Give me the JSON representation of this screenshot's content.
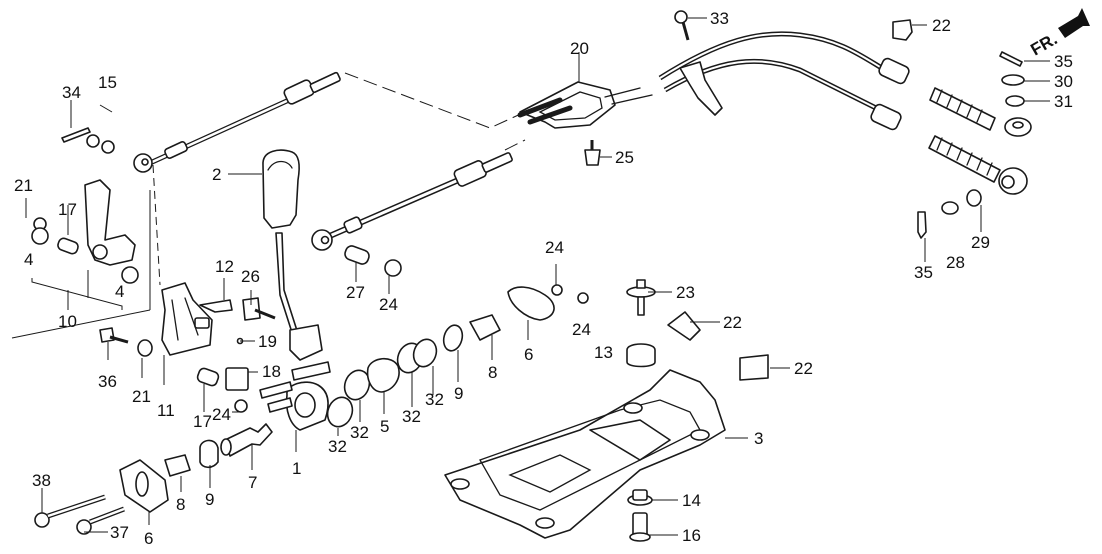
{
  "diagram": {
    "direction_indicator": "FR.",
    "callouts": [
      {
        "id": "c1",
        "label": "1",
        "part": "shift-lever-holder"
      },
      {
        "id": "c2",
        "label": "2",
        "part": "shift-knob"
      },
      {
        "id": "c3",
        "label": "3",
        "part": "base-plate"
      },
      {
        "id": "c4a",
        "label": "4",
        "part": "collar"
      },
      {
        "id": "c4b",
        "label": "4",
        "part": "collar"
      },
      {
        "id": "c5",
        "label": "5",
        "part": "bushing"
      },
      {
        "id": "c6a",
        "label": "6",
        "part": "holder-plate"
      },
      {
        "id": "c6b",
        "label": "6",
        "part": "holder-plate"
      },
      {
        "id": "c7",
        "label": "7",
        "part": "pivot-shaft"
      },
      {
        "id": "c8a",
        "label": "8",
        "part": "stopper"
      },
      {
        "id": "c8b",
        "label": "8",
        "part": "stopper"
      },
      {
        "id": "c9a",
        "label": "9",
        "part": "holder-guide"
      },
      {
        "id": "c9b",
        "label": "9",
        "part": "holder-guide"
      },
      {
        "id": "c10",
        "label": "10",
        "part": "lever-assembly"
      },
      {
        "id": "c11",
        "label": "11",
        "part": "select-lever"
      },
      {
        "id": "c12",
        "label": "12",
        "part": "pin"
      },
      {
        "id": "c13",
        "label": "13",
        "part": "rubber-bushing"
      },
      {
        "id": "c14",
        "label": "14",
        "part": "mount-rubber"
      },
      {
        "id": "c15",
        "label": "15",
        "part": "washer-set"
      },
      {
        "id": "c16",
        "label": "16",
        "part": "collar"
      },
      {
        "id": "c17a",
        "label": "17",
        "part": "collar"
      },
      {
        "id": "c17b",
        "label": "17",
        "part": "collar"
      },
      {
        "id": "c18",
        "label": "18",
        "part": "block"
      },
      {
        "id": "c19",
        "label": "19",
        "part": "ball"
      },
      {
        "id": "c20",
        "label": "20",
        "part": "cable-holder"
      },
      {
        "id": "c21a",
        "label": "21",
        "part": "washer"
      },
      {
        "id": "c21b",
        "label": "21",
        "part": "washer"
      },
      {
        "id": "c22a",
        "label": "22",
        "part": "clip"
      },
      {
        "id": "c22b",
        "label": "22",
        "part": "clip"
      },
      {
        "id": "c22c",
        "label": "22",
        "part": "clip"
      },
      {
        "id": "c23",
        "label": "23",
        "part": "bolt"
      },
      {
        "id": "c24a",
        "label": "24",
        "part": "nut"
      },
      {
        "id": "c24b",
        "label": "24",
        "part": "nut"
      },
      {
        "id": "c24c",
        "label": "24",
        "part": "nut"
      },
      {
        "id": "c24d",
        "label": "24",
        "part": "nut"
      },
      {
        "id": "c25",
        "label": "25",
        "part": "bolt"
      },
      {
        "id": "c26",
        "label": "26",
        "part": "spring-pin"
      },
      {
        "id": "c27",
        "label": "27",
        "part": "collar"
      },
      {
        "id": "c28",
        "label": "28",
        "part": "washer"
      },
      {
        "id": "c29",
        "label": "29",
        "part": "washer"
      },
      {
        "id": "c30",
        "label": "30",
        "part": "washer"
      },
      {
        "id": "c31",
        "label": "31",
        "part": "washer"
      },
      {
        "id": "c32a",
        "label": "32",
        "part": "o-ring"
      },
      {
        "id": "c32b",
        "label": "32",
        "part": "o-ring"
      },
      {
        "id": "c32c",
        "label": "32",
        "part": "o-ring"
      },
      {
        "id": "c32d",
        "label": "32",
        "part": "o-ring"
      },
      {
        "id": "c33",
        "label": "33",
        "part": "bolt"
      },
      {
        "id": "c34",
        "label": "34",
        "part": "cotter-pin"
      },
      {
        "id": "c35a",
        "label": "35",
        "part": "cotter-pin"
      },
      {
        "id": "c35b",
        "label": "35",
        "part": "cotter-pin"
      },
      {
        "id": "c36",
        "label": "36",
        "part": "bolt"
      },
      {
        "id": "c37",
        "label": "37",
        "part": "bolt"
      },
      {
        "id": "c38",
        "label": "38",
        "part": "bolt"
      }
    ]
  }
}
